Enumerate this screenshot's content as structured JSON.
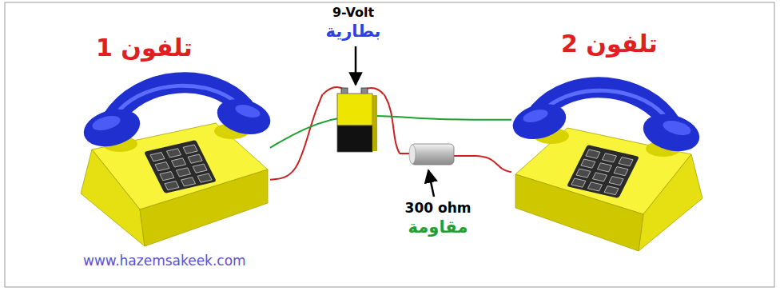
{
  "diagram": {
    "nodes": [
      {
        "text": [
          "تلفون 1"
        ]
      },
      {
        "text": [
          "9-Volt",
          "بطارية"
        ]
      },
      {
        "text": [
          "300 ohm",
          "مقاومة"
        ]
      },
      {
        "text": [
          "تلفون 2"
        ]
      }
    ],
    "edges": [
      {
        "from": 0,
        "to": 1,
        "arrow": "none"
      },
      {
        "from": 1,
        "to": 2,
        "arrow": "none"
      },
      {
        "from": 2,
        "to": 3,
        "arrow": "none"
      },
      {
        "from": 0,
        "to": 3,
        "arrow": "none"
      }
    ],
    "labels": [
      "www.hazemsakeek.com"
    ]
  }
}
